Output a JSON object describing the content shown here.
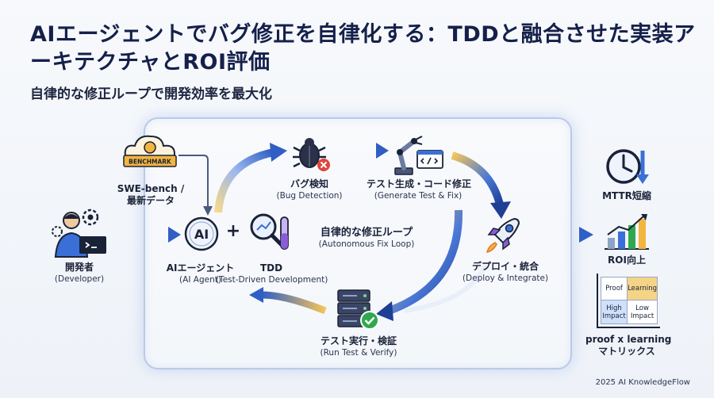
{
  "title": "AIエージェントでバグ修正を自律化する：TDDと融合させた実装アーキテクチャとROI評価",
  "subtitle": "自律的な修正ループで開発効率を最大化",
  "developer": {
    "ja": "開発者",
    "en": "(Developer)"
  },
  "benchmark": {
    "badge": "BENCHMARK",
    "ja": "SWE-bench /\n最新データ"
  },
  "agent": {
    "icon_text": "AI",
    "ja": "AIエージェント",
    "en": "(AI Agent)"
  },
  "plus": "+",
  "tdd": {
    "ja": "TDD",
    "en": "(Test-Driven Development)"
  },
  "loop_center": {
    "ja": "自律的な修正ループ",
    "en": "(Autonomous Fix Loop)"
  },
  "bug_detect": {
    "ja": "バグ検知",
    "en": "(Bug Detection)"
  },
  "gen_fix": {
    "ja": "テスト生成・コード修正",
    "en": "(Generate Test & Fix)"
  },
  "deploy": {
    "ja": "デプロイ・統合",
    "en": "(Deploy & Integrate)"
  },
  "run_test": {
    "ja": "テスト実行・検証",
    "en": "(Run Test & Verify)"
  },
  "mttr": {
    "ja": "MTTR短縮"
  },
  "roi": {
    "ja": "ROI向上"
  },
  "matrix": {
    "cells": [
      "Proof",
      "Learning",
      "High\nImpact",
      "Low\nImpact"
    ],
    "caption1": "proof x learning",
    "caption2": "マトリックス"
  },
  "credit": "2025 AI KnowledgeFlow",
  "colors": {
    "navy": "#15204a",
    "blue": "#3a6fd8",
    "gold": "#f2b540",
    "green": "#2fa84f",
    "red": "#e0453a"
  }
}
